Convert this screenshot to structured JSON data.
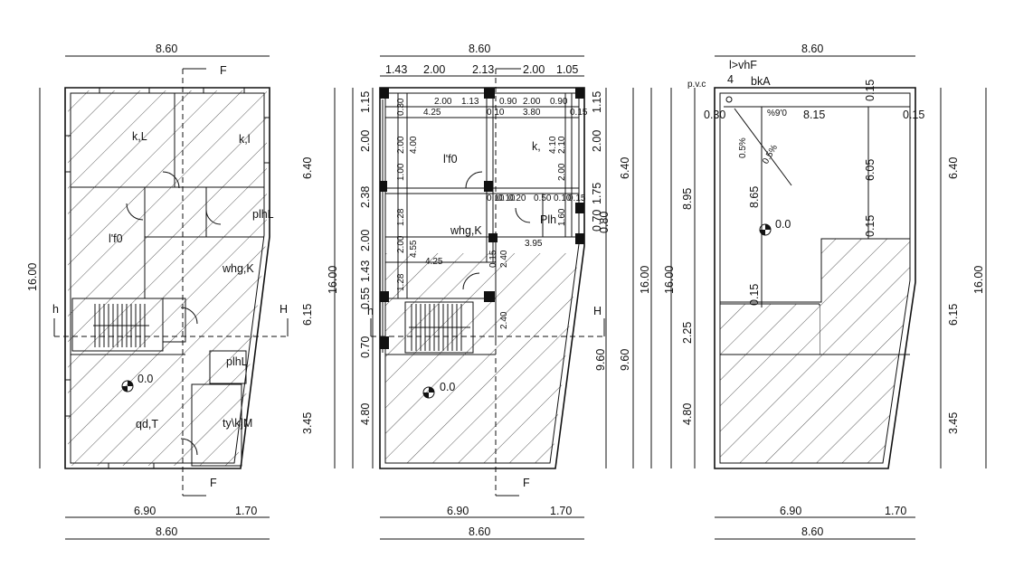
{
  "plan1": {
    "dims": {
      "top": "8.60",
      "bottom_a": "6.90",
      "bottom_b": "1.70",
      "bottom_total": "8.60",
      "left": "16.00",
      "right_a": "6.40",
      "right_b": "6.15",
      "right_c": "3.45"
    },
    "rooms": {
      "room_a": "k,L",
      "room_b": "k,l",
      "room_c": "l'f0",
      "room_d": "plhL",
      "room_e": "whg,K",
      "room_f": "plhL",
      "room_g": "qd,T",
      "room_h": "ty\\k]M"
    },
    "level": "0.0",
    "sections": {
      "f_top": "F",
      "f_bottom": "F",
      "h_left": "h",
      "h_right": "H"
    }
  },
  "plan2": {
    "dims": {
      "top": "8.60",
      "top_row": [
        "1.43",
        "2.00",
        "2.13",
        "2.00",
        "1.05"
      ],
      "bottom_a": "6.90",
      "bottom_b": "1.70",
      "bottom_total": "8.60",
      "left_a": [
        "1.15",
        "2.00",
        "2.38",
        "2.00",
        "1.43",
        "0.55",
        "0.70",
        "4.80"
      ],
      "left_total": "16.00",
      "right_a": [
        "1.15",
        "2.00",
        "1.75",
        "0.70",
        "0.80"
      ],
      "right_b": "9.60",
      "right_total": "6.40",
      "far_right": "9.60",
      "far_right_b": "16.00",
      "inner": [
        "2.00",
        "1.13",
        "0.90",
        "2.00",
        "0.90",
        "4.25",
        "0.10",
        "3.80",
        "0.15",
        "4.00",
        "2.00",
        "4.10",
        "2.10",
        "1.00",
        "2.00",
        "0.10",
        "0.10",
        "0.20",
        "0.50",
        "0.10",
        "0.15",
        "1.28",
        "4.55",
        "2.00",
        "3.95",
        "4.25",
        "1.28",
        "2.40",
        "0.15",
        "0.30",
        "2.40",
        "1.60"
      ]
    },
    "rooms": {
      "room_a": "l'f0",
      "room_b": "k,",
      "room_c": "whg,K",
      "room_d": "Plh"
    },
    "level": "0.0",
    "sections": {
      "f_bottom": "F",
      "h_left": "h",
      "h_right": "H"
    }
  },
  "plan3": {
    "dims": {
      "top": "8.60",
      "inner_top": "8.15",
      "left_a": "8.95",
      "left_b": "2.25",
      "left_c": "4.80",
      "right_a": "6.40",
      "right_b": "6.15",
      "right_c": "3.45",
      "right_total": "16.00",
      "left_total": "16.00",
      "inner_v": "8.65",
      "inner_v2": "6.05",
      "corner_a": "0.30",
      "corner_b": "0.15",
      "corner_c": "0.15",
      "corner_d": "0.15",
      "corner_e": "0.15",
      "bottom_a": "6.90",
      "bottom_b": "1.70",
      "bottom_total": "8.60"
    },
    "labels": {
      "title": "l>vhF",
      "num": "4",
      "bkA": "bkA",
      "pvc": "p.v.c",
      "slope_a": "%9'0",
      "slope_b": "0.5%",
      "slope_c": "0.5%"
    },
    "level": "0.0"
  }
}
